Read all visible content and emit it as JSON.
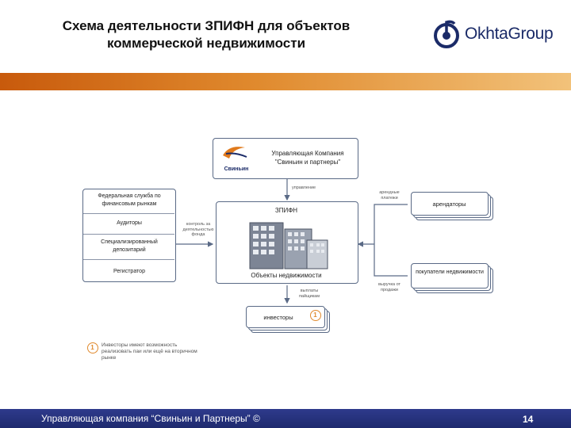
{
  "slide": {
    "title_line1": "Схема деятельности ЗПИФН для объектов",
    "title_line2": "коммерческой недвижимости",
    "logo_text": "OkhtaGroup",
    "footer_text": "Управляющая компания “Свиньин и Партнеры” ©",
    "page_number": "14"
  },
  "diagram": {
    "company_box": {
      "line1": "Управляющая Компания",
      "line2": "\"Свиньин и партнеры\"",
      "logo_word": "Свиньин"
    },
    "fund_box": {
      "title": "ЗПИФН",
      "caption": "Объекты недвижимости"
    },
    "left_panel": {
      "items": [
        "Федеральная служба по финансовым рынкам",
        "Аудиторы",
        "Специализированный депозитарий",
        "Регистратор"
      ]
    },
    "tenants_label": "арендаторы",
    "buyers_label": "покупатели недвижимости",
    "investors_label": "инвесторы",
    "investors_badge": "1",
    "labels": {
      "management": "управление",
      "control": "контроль за деятельностью фонда",
      "rent_payments": "арендные платежи",
      "sale_proceeds": "выручка от продажи",
      "share_payouts": "выплаты пайщикам"
    },
    "note": {
      "badge": "1",
      "text": "Инвесторы имеют возможность реализовать паи или ещё на вторичном рынке"
    }
  },
  "colors": {
    "orange_bar": "#e08a2e",
    "footer_blue": "#1e2a6e",
    "logo_blue": "#1b2b68",
    "box_stroke": "#5a6a86"
  }
}
